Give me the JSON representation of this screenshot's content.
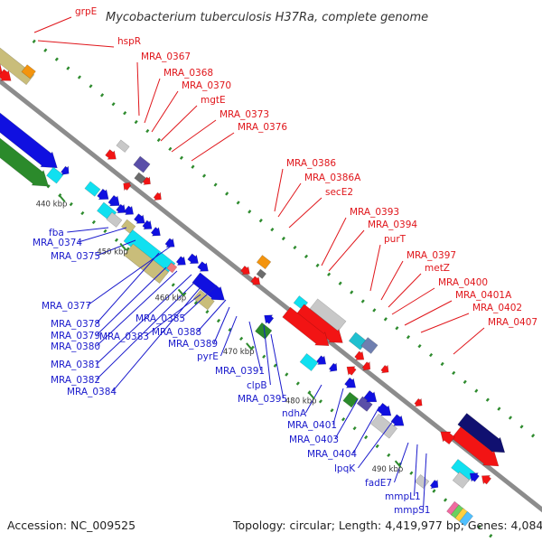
{
  "header": {
    "title": "Mycobacterium tuberculosis H37Ra, complete genome"
  },
  "footer": {
    "accession": "Accession: NC_009525",
    "summary": "Topology: circular; Length: 4,419,977 bp; Genes: 4,084"
  },
  "colors": {
    "upper_labels": "#e0161b",
    "lower_labels": "#1a1acc",
    "backbone": "#888888",
    "tick": "#2e8b2e"
  },
  "scale_marks": [
    "440 kbp",
    "450 kbp",
    "460 kbp",
    "470 kbp",
    "480 kbp",
    "490 kbp"
  ],
  "labels_upper": [
    "grpE",
    "hspR",
    "MRA_0367",
    "MRA_0368",
    "MRA_0370",
    "mgtE",
    "MRA_0373",
    "MRA_0376",
    "MRA_0386",
    "MRA_0386A",
    "secE2",
    "MRA_0393",
    "MRA_0394",
    "purT",
    "MRA_0397",
    "metZ",
    "MRA_0400",
    "MRA_0401A",
    "MRA_0402",
    "MRA_0407"
  ],
  "labels_lower": [
    "fba",
    "MRA_0374",
    "MRA_0375",
    "MRA_0377",
    "MRA_0378",
    "MRA_0379",
    "MRA_0380",
    "MRA_0381",
    "MRA_0382",
    "MRA_0384",
    "MRA_0383",
    "MRA_0385",
    "MRA_0388",
    "MRA_0389",
    "pyrE",
    "MRA_0391",
    "clpB",
    "MRA_0395",
    "ndhA",
    "MRA_0401",
    "MRA_0403",
    "MRA_0404",
    "lpqK",
    "fadE7",
    "mmpL1",
    "mmpS1"
  ]
}
